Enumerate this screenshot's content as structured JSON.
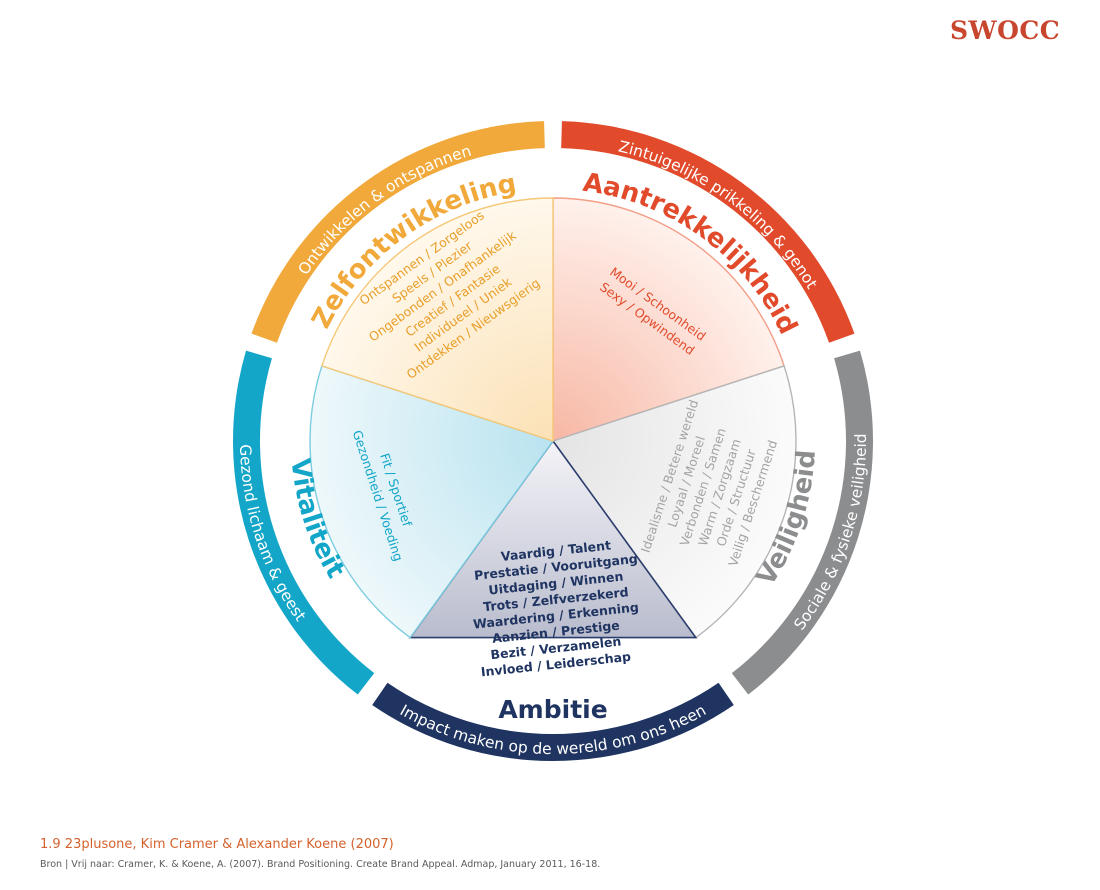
{
  "brand": "SWOCC",
  "segments": [
    {
      "title": "Aantrekkelijkheid",
      "ring": "Zintuigelijke prikkeling & genot",
      "items": [
        "Mooi / Schoonheid",
        "Sexy / Opwindend"
      ],
      "colors": {
        "ring": "#e14b2c",
        "title": "#e14b2c",
        "text": "#e14b2c",
        "fill_inner": "#f7b7a4",
        "fill_outer": "#fff1ec",
        "stroke": "#f39e86"
      }
    },
    {
      "title": "Veiligheid",
      "ring": "Sociale & fysieke veiligheid",
      "items": [
        "Idealisme / Betere wereld",
        "Loyaal / Moreel",
        "Verbonden / Samen",
        "Warm / Zorgzaam",
        "Orde / Structuur",
        "Veilig / Beschermend"
      ],
      "colors": {
        "ring": "#8c8d8f",
        "title": "#8c8d8f",
        "text": "#a3a4a6",
        "fill_inner": "#e4e4e5",
        "fill_outer": "#fbfbfb",
        "stroke": "#b4b5b7"
      }
    },
    {
      "title": "Ambitie",
      "ring": "Impact maken op de wereld om ons heen",
      "items": [
        "Vaardig / Talent",
        "Prestatie / Vooruitgang",
        "Uitdaging / Winnen",
        "Trots / Zelfverzekerd",
        "Waardering / Erkenning",
        "Aanzien / Prestige",
        "Bezit / Verzamelen",
        "Invloed / Leiderschap"
      ],
      "colors": {
        "ring": "#1f3461",
        "title": "#1f3461",
        "text": "#1f3461",
        "fill_inner": "#f4f4f8",
        "fill_outer": "#b9bccd",
        "stroke": "#2b3d6c"
      }
    },
    {
      "title": "Vitaliteit",
      "ring": "Gezond lichaam & geest",
      "items": [
        "Fit / Sportief",
        "Gezondheid / Voeding"
      ],
      "colors": {
        "ring": "#13a6c8",
        "title": "#13a6c8",
        "text": "#13a6c8",
        "fill_inner": "#b9e3ef",
        "fill_outer": "#eef8fb",
        "stroke": "#7ccce0"
      }
    },
    {
      "title": "Zelfontwikkeling",
      "ring": "Ontwikkelen & ontspannen",
      "items": [
        "Ontspannen / Zorgeloos",
        "Speels / Plezier",
        "Ongebonden / Onafhankelijk",
        "Creatief / Fantasie",
        "Individueel / Uniek",
        "Ontdekken / Nieuwsgierig"
      ],
      "colors": {
        "ring": "#f0a93a",
        "title": "#f0a93a",
        "text": "#e89f2a",
        "fill_inner": "#fbe1b5",
        "fill_outer": "#fff8ec",
        "stroke": "#f6c777"
      }
    }
  ],
  "caption": "1.9 23plusone, Kim Cramer & Alexander Koene (2007)",
  "source": "Bron | Vrij naar: Cramer, K. & Koene, A. (2007). Brand Positioning. Create Brand Appeal. Admap, January 2011, 16-18."
}
